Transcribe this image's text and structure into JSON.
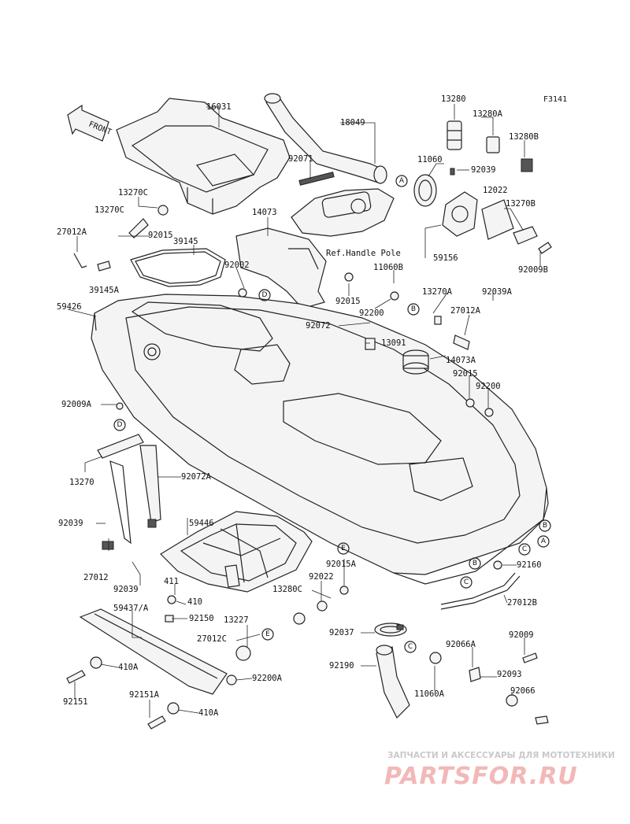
{
  "figure_code": "F3141",
  "front_label": "FRONT",
  "ref_note": "Ref.Handle Pole",
  "watermark": {
    "top": "ЗАПЧАСТИ И АКСЕССУАРЫ ДЛЯ МОТОТЕХНИКИ",
    "logo": "PARTSFOR.RU"
  },
  "callouts": [
    "A",
    "B",
    "C",
    "D",
    "E"
  ],
  "parts": [
    {
      "id": "p16031",
      "no": "16031"
    },
    {
      "id": "p18049",
      "no": "18049"
    },
    {
      "id": "p13280",
      "no": "13280"
    },
    {
      "id": "p13280A",
      "no": "13280A"
    },
    {
      "id": "p13280B",
      "no": "13280B"
    },
    {
      "id": "p11060",
      "no": "11060"
    },
    {
      "id": "p92039",
      "no": "92039"
    },
    {
      "id": "p12022",
      "no": "12022"
    },
    {
      "id": "p13270B",
      "no": "13270B"
    },
    {
      "id": "p92071",
      "no": "92071"
    },
    {
      "id": "p13270C_a",
      "no": "13270C"
    },
    {
      "id": "p13270C_b",
      "no": "13270C"
    },
    {
      "id": "p27012A_l",
      "no": "27012A"
    },
    {
      "id": "p92015_a",
      "no": "92015"
    },
    {
      "id": "p14073",
      "no": "14073"
    },
    {
      "id": "p39145",
      "no": "39145"
    },
    {
      "id": "p92002",
      "no": "92002"
    },
    {
      "id": "p39145A",
      "no": "39145A"
    },
    {
      "id": "p59426",
      "no": "59426"
    },
    {
      "id": "p59156",
      "no": "59156"
    },
    {
      "id": "p92009B",
      "no": "92009B"
    },
    {
      "id": "p11060B",
      "no": "11060B"
    },
    {
      "id": "p92015_b",
      "no": "92015"
    },
    {
      "id": "p92200_a",
      "no": "92200"
    },
    {
      "id": "p13270A",
      "no": "13270A"
    },
    {
      "id": "p92039A",
      "no": "92039A"
    },
    {
      "id": "p27012A_r",
      "no": "27012A"
    },
    {
      "id": "p92072",
      "no": "92072"
    },
    {
      "id": "p13091",
      "no": "13091"
    },
    {
      "id": "p14073A",
      "no": "14073A"
    },
    {
      "id": "p92015_c",
      "no": "92015"
    },
    {
      "id": "p92200_b",
      "no": "92200"
    },
    {
      "id": "p92009A",
      "no": "92009A"
    },
    {
      "id": "p13270",
      "no": "13270"
    },
    {
      "id": "p92072A",
      "no": "92072A"
    },
    {
      "id": "p92039_b",
      "no": "92039"
    },
    {
      "id": "p59446",
      "no": "59446"
    },
    {
      "id": "p27012",
      "no": "27012"
    },
    {
      "id": "p411",
      "no": "411"
    },
    {
      "id": "p92039_c",
      "no": "92039"
    },
    {
      "id": "p410",
      "no": "410"
    },
    {
      "id": "p92015A",
      "no": "92015A"
    },
    {
      "id": "p92022",
      "no": "92022"
    },
    {
      "id": "p13280C",
      "no": "13280C"
    },
    {
      "id": "p92160",
      "no": "92160"
    },
    {
      "id": "p59437A",
      "no": "59437/A"
    },
    {
      "id": "p92150",
      "no": "92150"
    },
    {
      "id": "p13227",
      "no": "13227"
    },
    {
      "id": "p27012C",
      "no": "27012C"
    },
    {
      "id": "p27012B",
      "no": "27012B"
    },
    {
      "id": "p92037",
      "no": "92037"
    },
    {
      "id": "p92009",
      "no": "92009"
    },
    {
      "id": "p92066A",
      "no": "92066A"
    },
    {
      "id": "p410A_a",
      "no": "410A"
    },
    {
      "id": "p92190",
      "no": "92190"
    },
    {
      "id": "p92093",
      "no": "92093"
    },
    {
      "id": "p92200A",
      "no": "92200A"
    },
    {
      "id": "p11060A",
      "no": "11060A"
    },
    {
      "id": "p92066",
      "no": "92066"
    },
    {
      "id": "p92151",
      "no": "92151"
    },
    {
      "id": "p92151A",
      "no": "92151A"
    },
    {
      "id": "p410A_b",
      "no": "410A"
    }
  ]
}
